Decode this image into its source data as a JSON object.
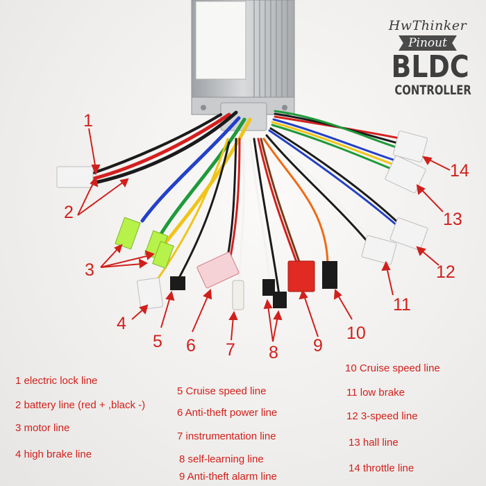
{
  "brand": {
    "line1": "HwThinker",
    "line2": "Pinout",
    "line3": "BLDC",
    "line4": "CONTROLLER"
  },
  "colors": {
    "annotation": "#d0201c",
    "controller_body": "#b9bbbe",
    "wire_red": "#d41f1f",
    "wire_black": "#1b1b1b",
    "wire_blue": "#2340c8",
    "wire_green": "#1f9a3a",
    "wire_yellow": "#f0c419",
    "wire_white": "#f2f2f2",
    "wire_orange": "#f06a14",
    "wire_brown": "#7a3b16"
  },
  "numbers": [
    "1",
    "2",
    "3",
    "4",
    "5",
    "6",
    "7",
    "8",
    "9",
    "10",
    "11",
    "12",
    "13",
    "14"
  ],
  "legend": [
    "1 electric lock line",
    "2 battery line (red + ,black -)",
    "3 motor line",
    "4 high brake line",
    "5 Cruise speed line",
    "6 Anti-theft power line",
    "7 instrumentation line",
    "8 self-learning line",
    "9 Anti-theft alarm line",
    "10 Cruise speed line",
    "11 low brake",
    "12 3-speed line",
    "13 hall line",
    "14 throttle line"
  ]
}
